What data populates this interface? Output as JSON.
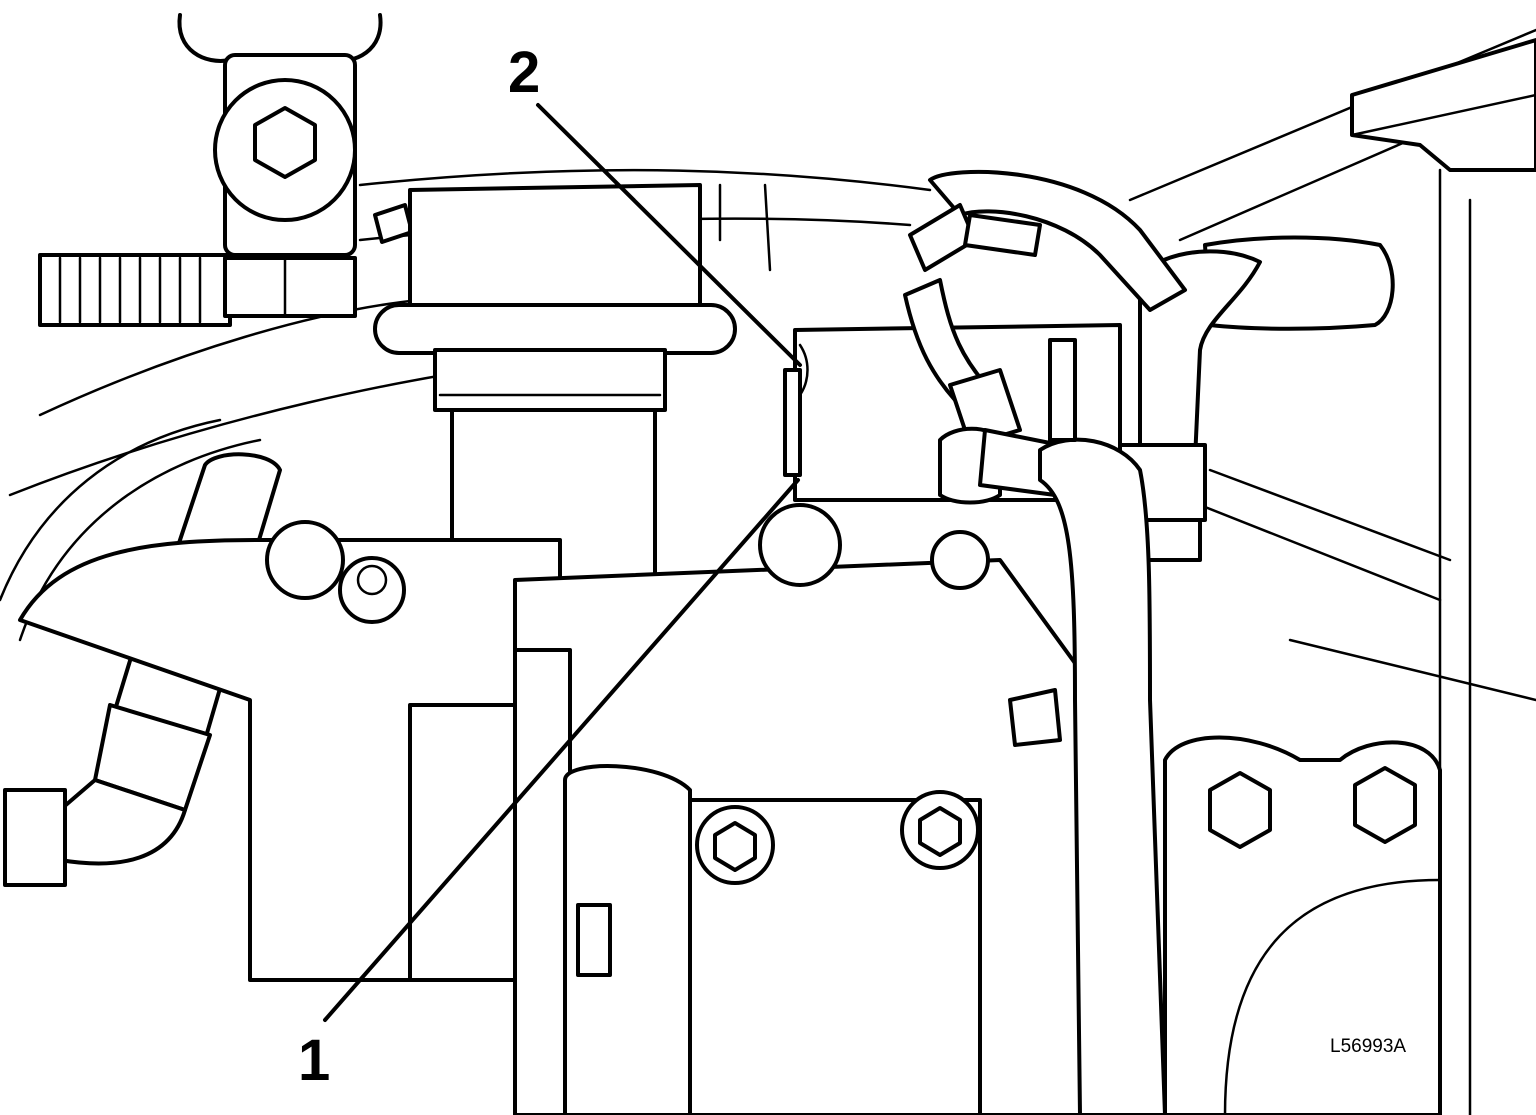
{
  "callouts": [
    {
      "number": "1"
    },
    {
      "number": "2"
    }
  ],
  "reference_code": "L56993A"
}
